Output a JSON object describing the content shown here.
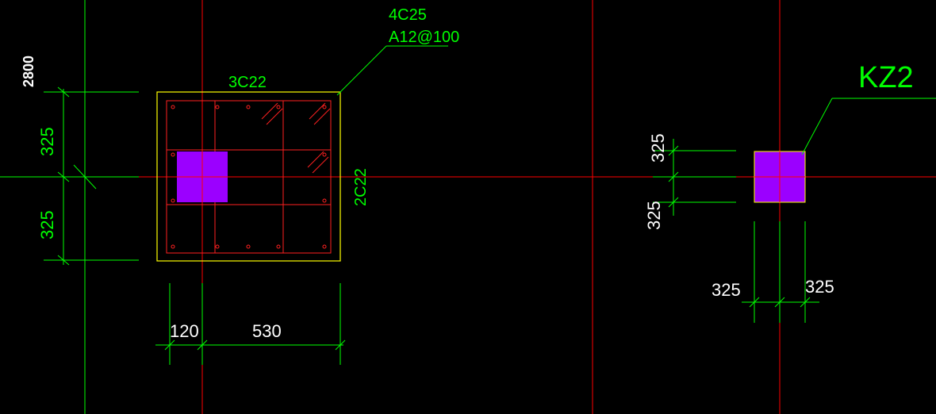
{
  "colors": {
    "background": "#000000",
    "axis": "#ff0000",
    "dimension": "#00ff00",
    "outline": "#ffff00",
    "rebar": "#ff2020",
    "column": "#9b00ff",
    "label": "#ffffff"
  },
  "labels": {
    "axis_dimension": "2800",
    "corner_bars": "4C25",
    "stirrups": "A12@100",
    "top_bars": "3C22",
    "side_bars": "2C22",
    "column_id": "KZ2"
  },
  "dimensions": {
    "left_v_top": "325",
    "left_v_bottom": "325",
    "bottom_h_left": "120",
    "bottom_h_right": "530",
    "right_v_top": "325",
    "right_v_bottom": "325",
    "right_h_left": "325",
    "right_h_right": "325"
  }
}
